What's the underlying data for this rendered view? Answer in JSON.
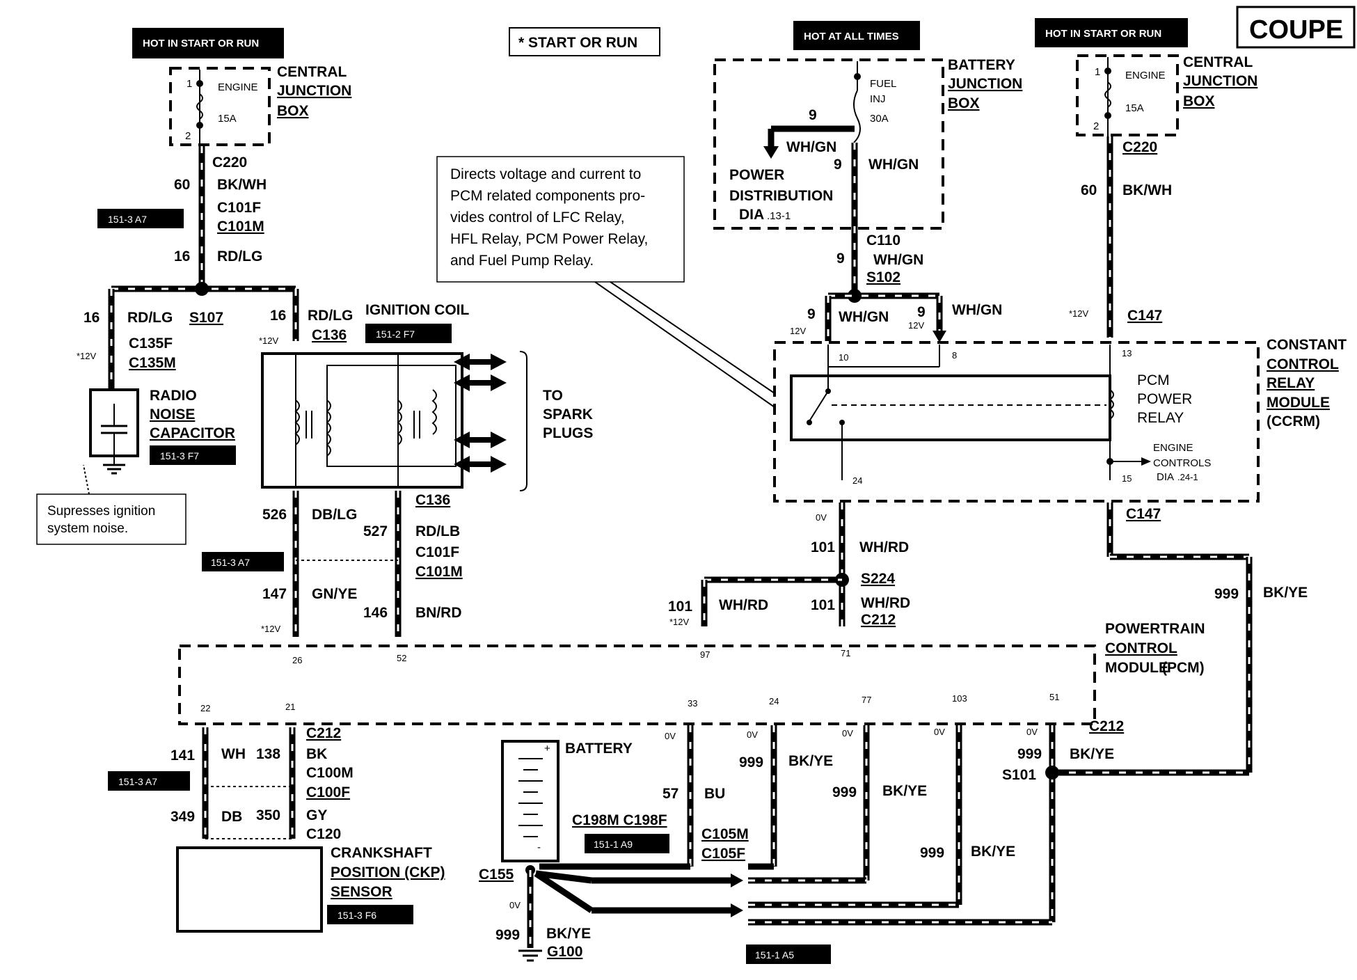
{
  "title_badge": "COUPE",
  "headers": {
    "left": "HOT IN START OR RUN",
    "center": "* START OR RUN",
    "bjb": "HOT AT ALL TIMES",
    "right": "HOT IN START OR RUN"
  },
  "cjb": {
    "fuse": "ENGINE",
    "amp": "15A",
    "pin1": "1",
    "pin2": "2",
    "l1": "CENTRAL",
    "l2": "JUNCTION",
    "l3": "BOX"
  },
  "bjb": {
    "f1": "FUEL",
    "f2": "INJ",
    "amp": "30A",
    "l1": "BATTERY",
    "l2": "JUNCTION",
    "l3": "BOX",
    "pd1": "POWER",
    "pd2": "DISTRIBUTION",
    "pd3": "DIA",
    "pd4": ".13-1"
  },
  "callouts": {
    "pcm_note": [
      "Directs voltage and current to",
      "PCM related components pro-",
      "vides control of LFC Relay,",
      "HFL Relay, PCM Power Relay,",
      "and Fuel Pump Relay."
    ],
    "cap_note": [
      "Supresses ignition",
      "system noise."
    ]
  },
  "refs": {
    "r1": "151-3 A7",
    "r2": "151-2 F7",
    "r3": "151-3 F7",
    "r4": "151-3 A7",
    "r5": "151-3 A7",
    "r6": "151-3 F6",
    "r7": "151-1 A9",
    "r8": "151-1 A5"
  },
  "components": {
    "radio1": "RADIO",
    "radio2": "NOISE",
    "radio3": "CAPACITOR",
    "coil": "IGNITION COIL",
    "spark1": "TO",
    "spark2": "SPARK",
    "spark3": "PLUGS",
    "ccrm1": "CONSTANT",
    "ccrm2": "CONTROL",
    "ccrm3": "RELAY",
    "ccrm4": "MODULE",
    "ccrm5": "(CCRM)",
    "relay1": "PCM",
    "relay2": "POWER",
    "relay3": "RELAY",
    "ec1": "ENGINE",
    "ec2": "CONTROLS",
    "ec3": "DIA",
    "ec4": ".24-1",
    "pcm1": "POWERTRAIN",
    "pcm2": "CONTROL",
    "pcm3": "MODULE",
    "pcm4": "(PCM)",
    "batt": "BATTERY",
    "ckp1": "CRANKSHAFT",
    "ckp2": "POSITION (CKP)",
    "ckp3": "SENSOR"
  },
  "wires": {
    "c220": "C220",
    "n60": "60",
    "bkwh": "BK/WH",
    "c101f": "C101F",
    "c101m": "C101M",
    "n16": "16",
    "rdlg": "RD/LG",
    "s107": "S107",
    "c135f": "C135F",
    "c135m": "C135M",
    "c136": "C136",
    "v12": "*12V",
    "n526": "526",
    "dblg": "DB/LG",
    "n527": "527",
    "rdlb": "RD/LB",
    "n147": "147",
    "gnye": "GN/YE",
    "n146": "146",
    "bnrd": "BN/RD",
    "n9": "9",
    "whgn": "WH/GN",
    "c110": "C110",
    "s102": "S102",
    "v12b": "12V",
    "p10": "10",
    "p8": "8",
    "p13": "13",
    "p24": "24",
    "p15": "15",
    "c147": "C147",
    "v0": "0V",
    "n101": "101",
    "whrd": "WH/RD",
    "s224": "S224",
    "c212": "C212",
    "n999": "999",
    "bkye": "BK/YE",
    "p26": "26",
    "p52": "52",
    "p97": "97",
    "p71": "71",
    "p22": "22",
    "p21": "21",
    "p33": "33",
    "p24b": "24",
    "p77": "77",
    "p103": "103",
    "p51": "51",
    "n141": "141",
    "wh": "WH",
    "n138": "138",
    "bk": "BK",
    "c100m": "C100M",
    "c100f": "C100F",
    "n349": "349",
    "db": "DB",
    "n350": "350",
    "gy": "GY",
    "c120": "C120",
    "n57": "57",
    "bu": "BU",
    "c198": "C198M C198F",
    "c105m": "C105M",
    "c105f": "C105F",
    "s101": "S101",
    "c155": "C155",
    "g100": "G100"
  }
}
